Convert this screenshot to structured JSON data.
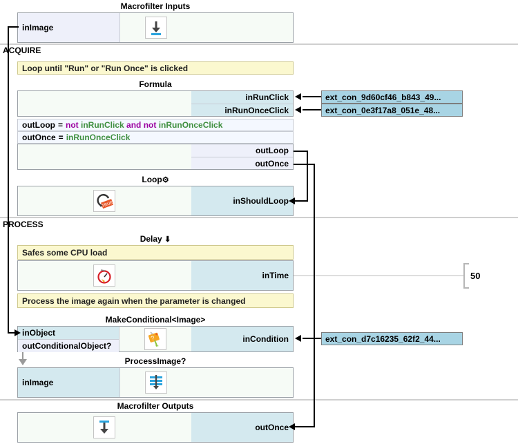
{
  "sections": [
    {
      "name": "acquire",
      "label": "ACQUIRE"
    },
    {
      "name": "process",
      "label": "PROCESS"
    }
  ],
  "blocks": {
    "macrofilter_inputs": {
      "title": "Macrofilter Inputs",
      "icon": "macrofilter-input-icon",
      "outputs": [
        "inImage"
      ]
    },
    "formula": {
      "title": "Formula",
      "comment": "Loop until \"Run\" or \"Run Once\" is clicked",
      "inputs": [
        "inRunClick",
        "inRunOnceClick"
      ],
      "expressions": [
        {
          "lhs": "outLoop",
          "eq": "=",
          "tokens": [
            {
              "t": "not",
              "cls": "kw"
            },
            {
              "t": "inRunClick",
              "cls": "id"
            },
            {
              "t": "and",
              "cls": "kw"
            },
            {
              "t": "not",
              "cls": "kw"
            },
            {
              "t": "inRunOnceClick",
              "cls": "id"
            }
          ]
        },
        {
          "lhs": "outOnce",
          "eq": "=",
          "tokens": [
            {
              "t": "inRunOnceClick",
              "cls": "id"
            }
          ]
        }
      ],
      "outputs": [
        "outLoop",
        "outOnce"
      ]
    },
    "loop": {
      "title": "Loop",
      "title_glyph": "gear-icon",
      "icon": "loop-true-icon",
      "inputs": [
        "inShouldLoop"
      ]
    },
    "delay": {
      "title": "Delay",
      "title_glyph": "down-arrow-icon",
      "icon": "clock-icon",
      "comment_above": "Safes some CPU load",
      "comment_below": "Process the image again when the parameter is changed",
      "inputs": [
        "inTime"
      ],
      "input_value": "50"
    },
    "make_conditional": {
      "title": "MakeConditional<Image>",
      "icon": "conditional-tag-icon",
      "left_ports": [
        "inObject",
        "outConditionalObject?"
      ],
      "inputs": [
        "inCondition"
      ]
    },
    "process_image": {
      "title": "ProcessImage?",
      "icon": "process-image-icon",
      "left_ports": [
        "inImage"
      ]
    },
    "macrofilter_outputs": {
      "title": "Macrofilter Outputs",
      "icon": "macrofilter-output-icon",
      "inputs": [
        "outOnce"
      ]
    }
  },
  "external_connections": [
    {
      "label": "ext_con_9d60cf46_b843_49...",
      "target": "inRunClick"
    },
    {
      "label": "ext_con_0e3f17a8_051e_48...",
      "target": "inRunOnceClick"
    },
    {
      "label": "ext_con_d7c16235_62f2_44...",
      "target": "inCondition"
    }
  ],
  "colors": {
    "port_input": "#d4e9ef",
    "port_output": "#eef0fa",
    "comment": "#fbf8cf",
    "extcon": "#a8d4e4",
    "keyword": "#9b00a0",
    "identifier": "#3f8f3f",
    "divider": "#cfcfcf"
  }
}
